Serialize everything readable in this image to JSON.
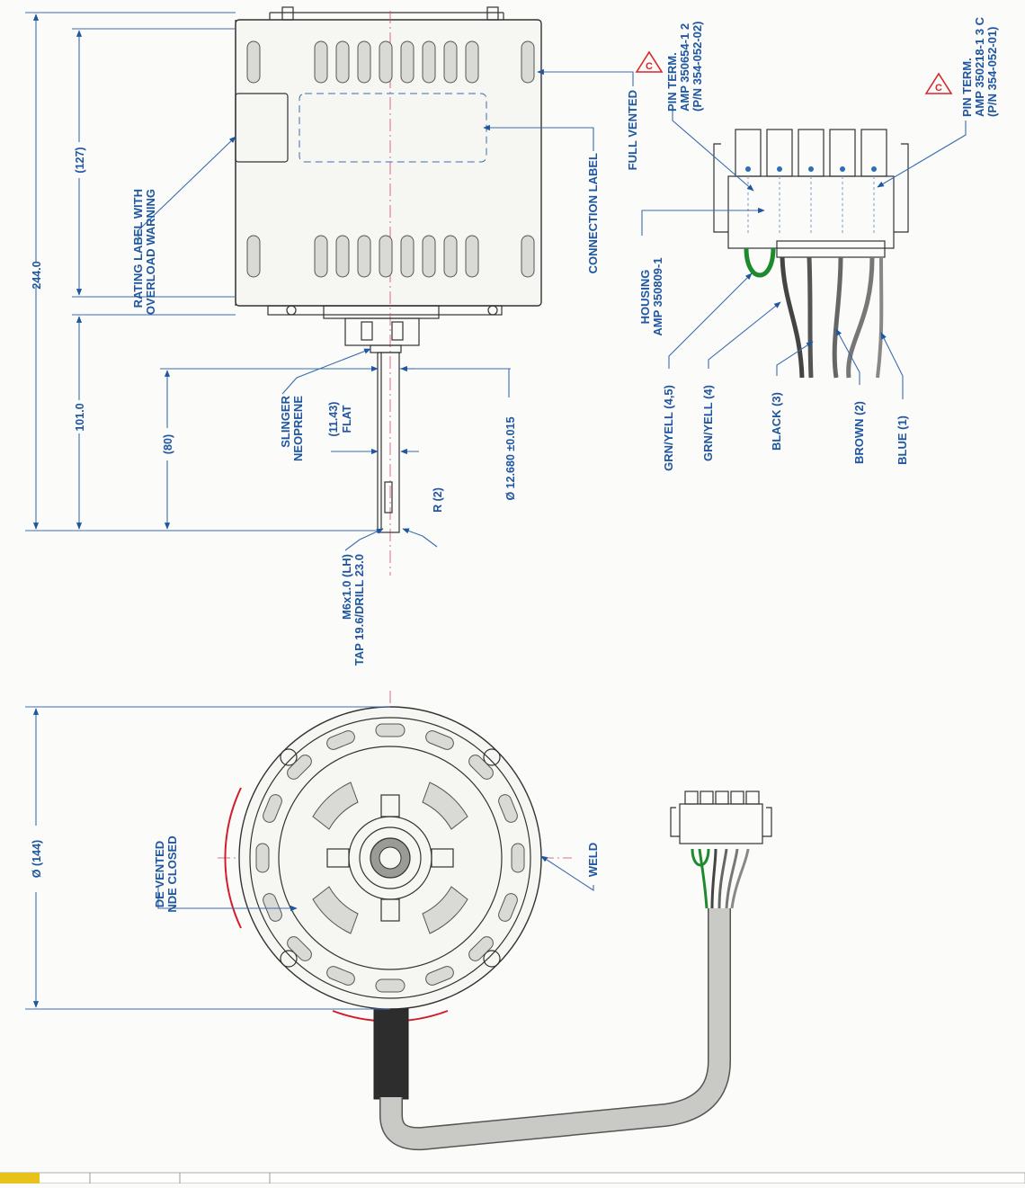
{
  "dimensions": {
    "overall_length": "244.0",
    "body_length": "(127)",
    "shaft_length": "101.0",
    "shaft_usable": "(80)",
    "flat": "(11.43)",
    "flat_label": "FLAT",
    "shaft_diameter": "Ø 12.680 ±0.015",
    "radius": "R (2)",
    "end_diameter": "Ø (144)"
  },
  "labels": {
    "rating_label": [
      "RATING LABEL WITH",
      "OVERLOAD WARNING"
    ],
    "connection_label": "CONNECTION LABEL",
    "full_vented": "FULL VENTED",
    "slinger": [
      "SLINGER",
      "NEOPRENE"
    ],
    "tap": [
      "M6x1.0 (LH)",
      "TAP 19.6/DRILL 23.0"
    ],
    "de_vented": [
      "DE VENTED",
      "NDE CLOSED"
    ],
    "weld": "WELD",
    "housing": [
      "HOUSING",
      "AMP 350809-1"
    ],
    "pin_term_2": [
      "PIN TERM.",
      "AMP 350654-1 2",
      "(P/N 354-052-02)"
    ],
    "pin_term_1": [
      "PIN TERM.",
      "AMP 350218-1 3 C",
      "(P/N 354-052-01)"
    ],
    "revision_mark": "C"
  },
  "wires": [
    {
      "label": "GRN/YELL (4,5)",
      "color": "#1d8a2e"
    },
    {
      "label": "GRN/YELL (4)",
      "color": "#1d8a2e"
    },
    {
      "label": "BLACK (3)",
      "color": "#444444"
    },
    {
      "label": "BROWN (2)",
      "color": "#666666"
    },
    {
      "label": "BLUE (1)",
      "color": "#777777"
    }
  ],
  "colors": {
    "annotation": "#1f56a0",
    "centerline": "#d04a6a",
    "weld_mark": "#d21c2c",
    "ground_wire": "#1d8a2e",
    "revision": "#d8262c",
    "footer_bar": "#e6c21a"
  }
}
